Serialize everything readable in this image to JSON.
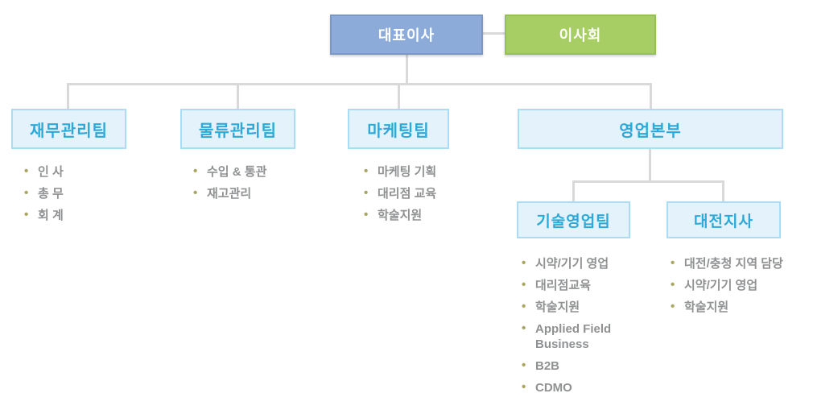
{
  "chart": {
    "title": "organization-chart",
    "nodes": {
      "ceo": {
        "label": "대표이사"
      },
      "board": {
        "label": "이사회"
      },
      "finance": {
        "label": "재무관리팀"
      },
      "logistics": {
        "label": "물류관리팀"
      },
      "marketing": {
        "label": "마케팅팀"
      },
      "sales_hq": {
        "label": "영업본부"
      },
      "tech_sales": {
        "label": "기술영업팀"
      },
      "daejeon": {
        "label": "대전지사"
      }
    },
    "lists": {
      "finance": [
        "인 사",
        "총 무",
        "회 계"
      ],
      "logistics": [
        "수입 & 통관",
        "재고관리"
      ],
      "marketing": [
        "마케팅 기획",
        "대리점 교육",
        "학술지원"
      ],
      "tech_sales": [
        "시약/기기 영업",
        "대리점교육",
        "학술지원",
        "Applied Field Business",
        "B2B",
        "CDMO"
      ],
      "daejeon": [
        "대전/충청 지역 담당",
        "시약/기기 영업",
        "학술지원"
      ]
    },
    "colors": {
      "ceo_fill": "#8cabd8",
      "ceo_border": "#7b97c4",
      "board_fill": "#a6ce64",
      "board_border": "#96bf55",
      "team_fill": "#e3f2fb",
      "team_border": "#aadcf3",
      "team_text": "#2da9d9",
      "connector": "#d9d9d9",
      "bullet": "#a9a661",
      "list_text": "#8f9192"
    }
  }
}
